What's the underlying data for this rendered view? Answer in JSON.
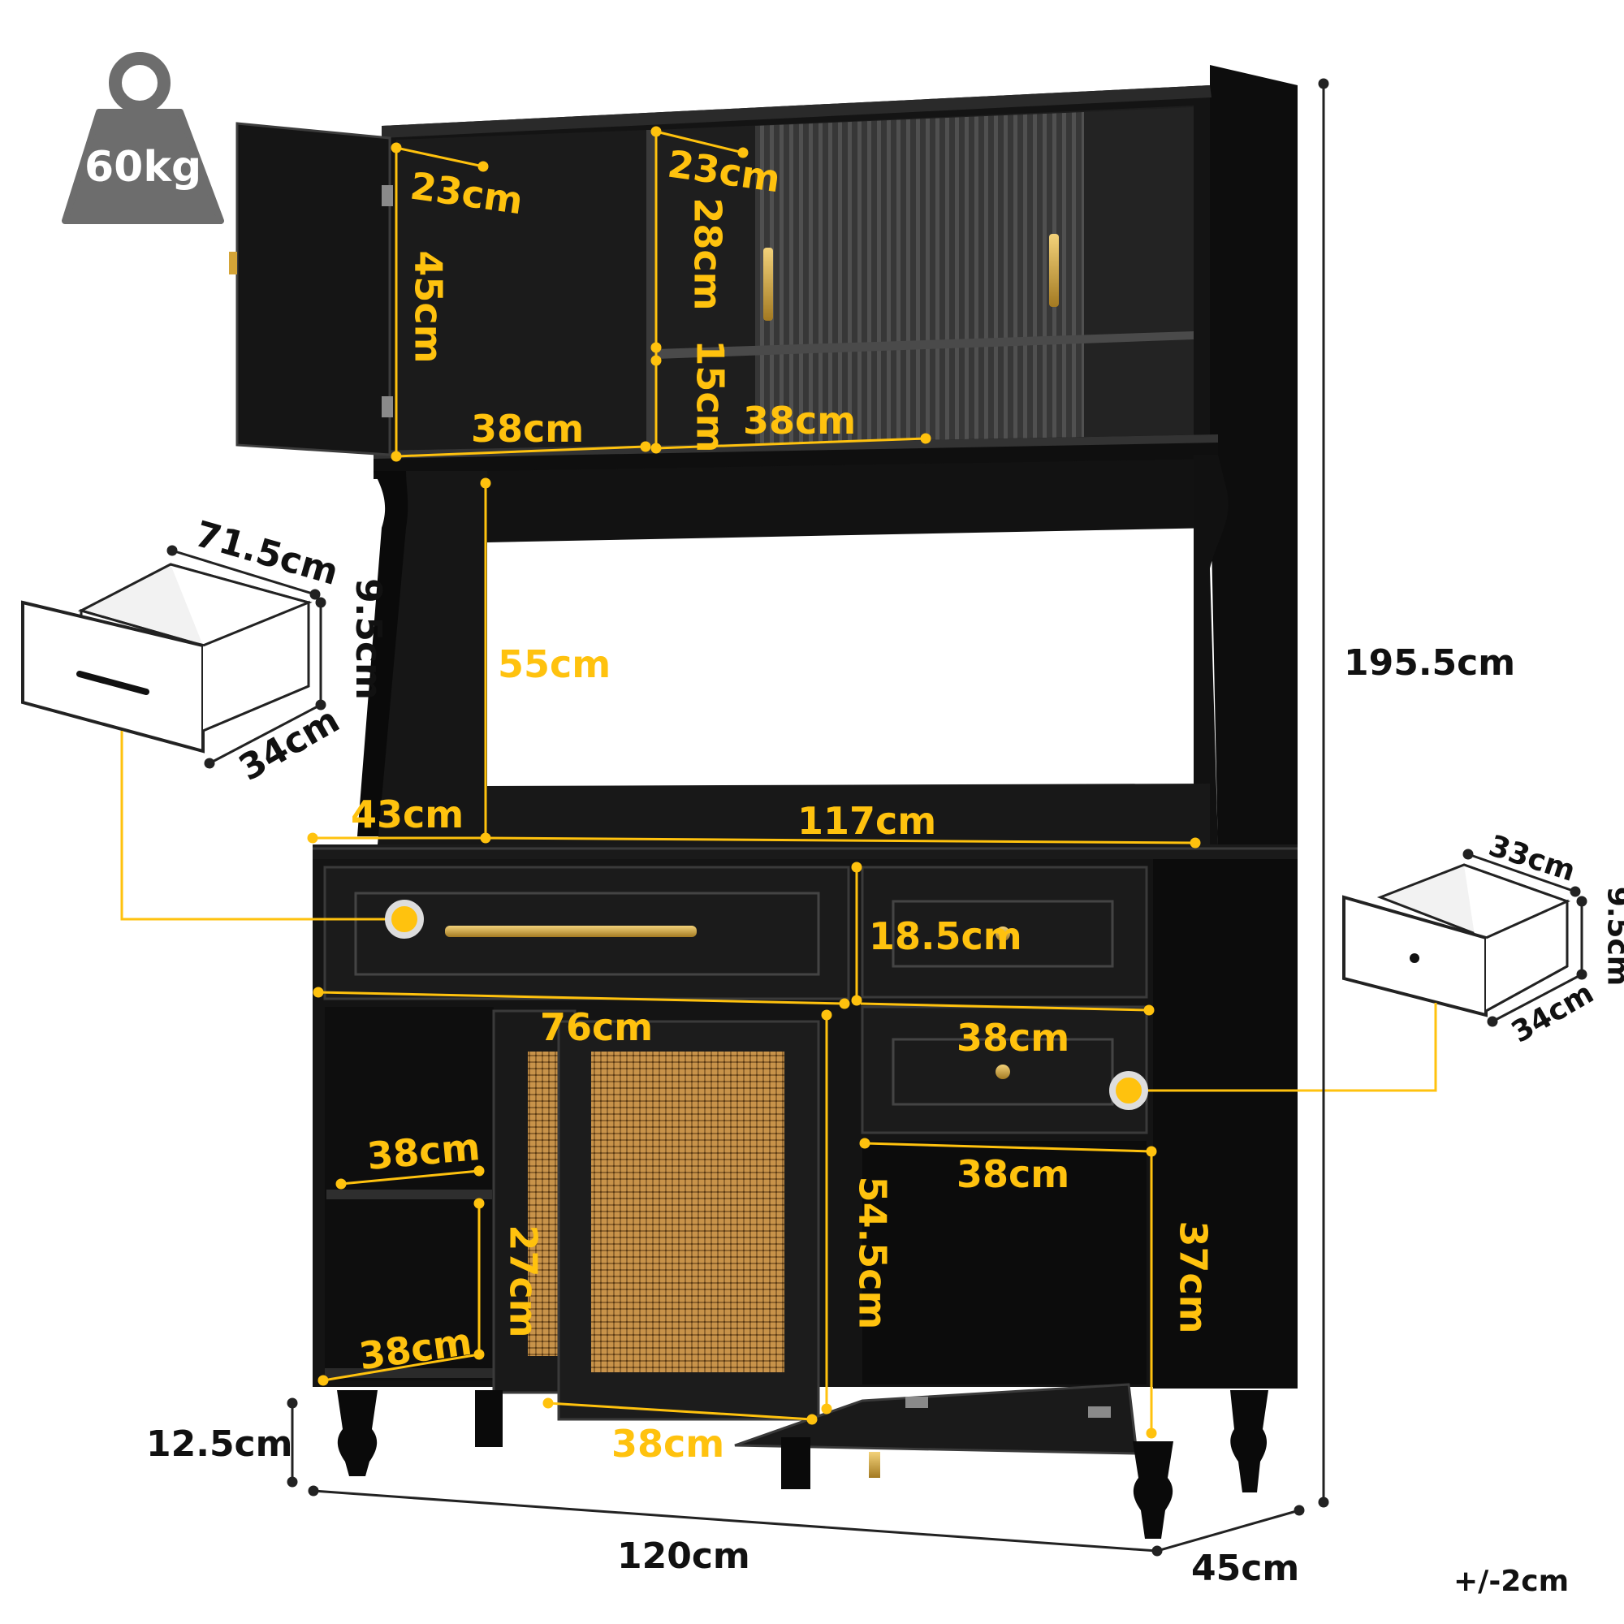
{
  "weight_badge": {
    "label": "60kg",
    "color": "#6d6d6d"
  },
  "colors": {
    "accent": "#FFC20E",
    "cabinet": "#151515",
    "rattan": "#C8934A",
    "handle": "#D4A437"
  },
  "top_cabinet": {
    "left_depth": "23cm",
    "left_height": "45cm",
    "left_width": "38cm",
    "right_depth": "23cm",
    "right_upper_height": "28cm",
    "right_lower_height": "15cm",
    "right_width": "38cm"
  },
  "hutch": {
    "open_height": "55cm",
    "countertop_depth": "43cm",
    "countertop_width": "117cm"
  },
  "large_drawer": {
    "width": "71.5cm",
    "height": "9.5cm",
    "depth": "34cm"
  },
  "small_drawer": {
    "width": "33cm",
    "height": "9.5cm",
    "depth": "34cm"
  },
  "base": {
    "top_drawer_height": "18.5cm",
    "left_section_width": "76cm",
    "small_drawer_width": "38cm",
    "shelf_width": "38cm",
    "shelf_height": "27cm",
    "bottom_shelf_width": "38cm",
    "sliding_door_height": "54.5cm",
    "sliding_door_width": "38cm",
    "right_cabinet_width": "38cm",
    "right_cabinet_height": "37cm",
    "leg_height": "12.5cm"
  },
  "overall": {
    "height": "195.5cm",
    "width": "120cm",
    "depth": "45cm",
    "tolerance": "+/-2cm"
  }
}
